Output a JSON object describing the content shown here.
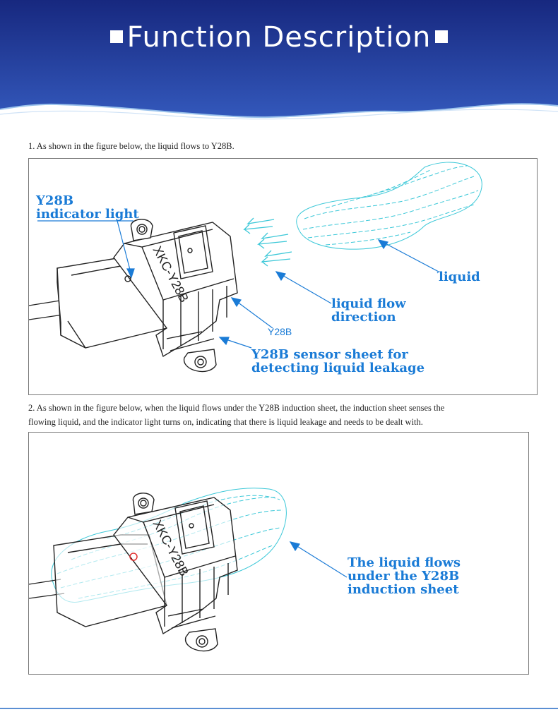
{
  "header": {
    "title": "Function Description",
    "colors": {
      "top": "#1b2f8e",
      "bottom": "#2f57b8",
      "wave": "#9bc3ec"
    }
  },
  "section1": {
    "text": "1. As shown in the figure below, the liquid flows to Y28B.",
    "figure": {
      "indicator_label_line1": "Y28B",
      "indicator_label_line2": "indicator light",
      "liquid_label": "liquid",
      "flow_label_line1": "liquid flow",
      "flow_label_line2": "direction",
      "device_label": "Y28B",
      "sensor_label_line1": "Y28B sensor sheet for",
      "sensor_label_line2": "detecting liquid leakage",
      "device_print": "XKC-Y28B"
    }
  },
  "section2": {
    "text_line1": "2. As shown in the figure below, when the liquid flows under the Y28B induction sheet, the induction sheet senses the",
    "text_line2": "flowing liquid, and the indicator light turns on, indicating that there is liquid leakage and needs to be dealt with.",
    "figure": {
      "label_line1": "The liquid flows",
      "label_line2": "under the Y28B",
      "label_line3": "induction sheet",
      "device_print": "XKC-Y28B"
    }
  },
  "colors": {
    "accent": "#1a7bd6",
    "liquid": "#3cc8d8",
    "indicator_on": "#e03030"
  }
}
